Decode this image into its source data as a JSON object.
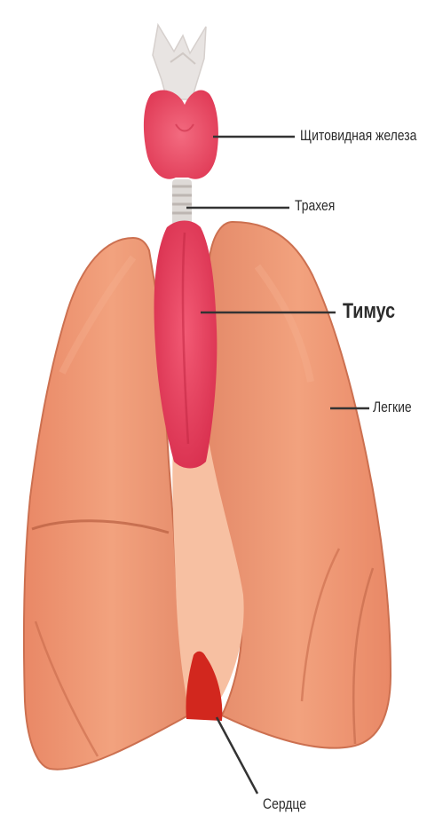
{
  "labels": {
    "thyroid": "Щитовидная железа",
    "trachea": "Трахея",
    "thymus": "Тимус",
    "lungs": "Легкие",
    "heart": "Сердце"
  },
  "colors": {
    "lung": "#ec9470",
    "lung_light": "#f6b392",
    "lung_dark": "#c86a4b",
    "thymus": "#e8435f",
    "thyroid": "#ee5068",
    "trachea": "#d9d9d9",
    "larynx": "#e6e3e1",
    "heart": "#d3251c",
    "leader": "#333333"
  }
}
